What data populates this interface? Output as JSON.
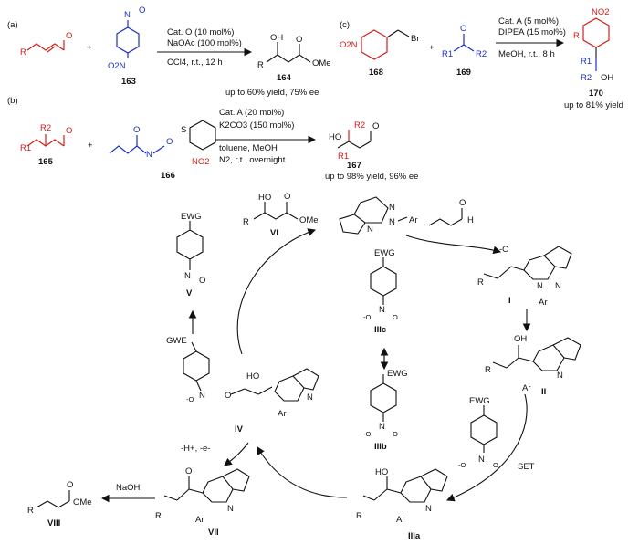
{
  "panels": {
    "a": "(a)",
    "b": "(b)",
    "c": "(c)"
  },
  "reaction_a": {
    "cond1": "Cat. O (10 mol%)",
    "cond2": "NaOAc (100 mol%)",
    "cond3": "CCl4, r.t., 12 h",
    "reagent_label": "163",
    "product_label": "164",
    "yield": "up to 60% yield, 75% ee",
    "atoms": {
      "o": "O",
      "n": "N",
      "oneg": "O",
      "no2": "O2N",
      "oh": "OH",
      "ome": "OMe",
      "r": "R"
    }
  },
  "reaction_b": {
    "cond1": "Cat. A (20 mol%)",
    "cond2": "K2CO3 (150 mol%)",
    "cond3": "toluene, MeOH",
    "cond4": "N2, r.t., overnight",
    "sub_label": "165",
    "reagent_label": "166",
    "product_label": "167",
    "yield": "up to 98% yield, 96% ee",
    "atoms": {
      "r2": "R2",
      "r1": "R1",
      "o": "O",
      "n": "N",
      "s": "S",
      "no2": "NO2",
      "ho": "HO"
    }
  },
  "reaction_c": {
    "cond1": "Cat. A (5 mol%)",
    "cond2": "DIPEA (15 mol%)",
    "cond3": "MeOH, r.t., 8 h",
    "sub_label": "168",
    "reagent_label": "169",
    "product_label": "170",
    "yield": "up to 81% yield",
    "atoms": {
      "no2": "O2N",
      "br": "Br",
      "r": "R",
      "r1": "R1",
      "r2": "R2",
      "o": "O",
      "oh": "OH",
      "no2p": "NO2"
    }
  },
  "cycle": {
    "labels": {
      "I": "I",
      "II": "II",
      "IIIa": "IIIa",
      "IIIb": "IIIb",
      "IIIc": "IIIc",
      "IV": "IV",
      "V": "V",
      "VI": "VI",
      "VII": "VII",
      "VIII": "VIII"
    },
    "set": "SET",
    "deprot": "-H+, -e-",
    "naoh": "NaOH",
    "atoms": {
      "ewg": "EWG",
      "gwe": "GWE",
      "ar": "Ar",
      "n": "N",
      "o": "O",
      "oh": "OH",
      "ho": "HO",
      "r": "R",
      "ome": "OMe",
      "h": "H",
      "oneg": "-O"
    }
  }
}
